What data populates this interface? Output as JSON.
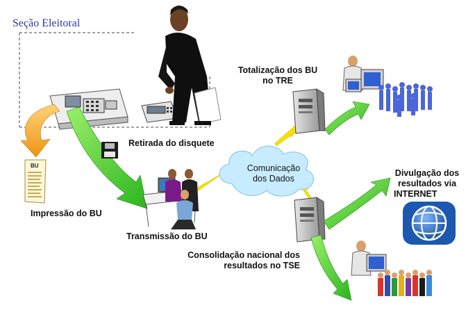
{
  "title": "Seção Eleitoral",
  "labels": {
    "retirada": "Retirada do disquete",
    "impressao": "Impressão do BU",
    "transmissao": "Transmissão do BU",
    "totalizacao_1": "Totalização dos BU",
    "totalizacao_2": "no TRE",
    "comunicacao_1": "Comunicação",
    "comunicacao_2": "dos Dados",
    "divulgacao_1": "Divulgação dos",
    "divulgacao_2": "resultados via",
    "divulgacao_3": "INTERNET",
    "consolidacao_1": "Consolidação nacional dos",
    "consolidacao_2": "resultados no TSE"
  },
  "document_header": "BU",
  "icons": [
    "voting-machine-icon",
    "floppy-disk-icon",
    "printed-report-icon",
    "operator-workstation-icon",
    "server-tower-icon",
    "cloud-icon",
    "globe-icon",
    "people-crowd-icon",
    "person-at-computer-icon"
  ],
  "colors": {
    "arrow_green": "#44cc33",
    "arrow_orange": "#f0a020",
    "cloud": "#c8ecff",
    "globe": "#2a6cc0",
    "title": "#3333aa"
  }
}
